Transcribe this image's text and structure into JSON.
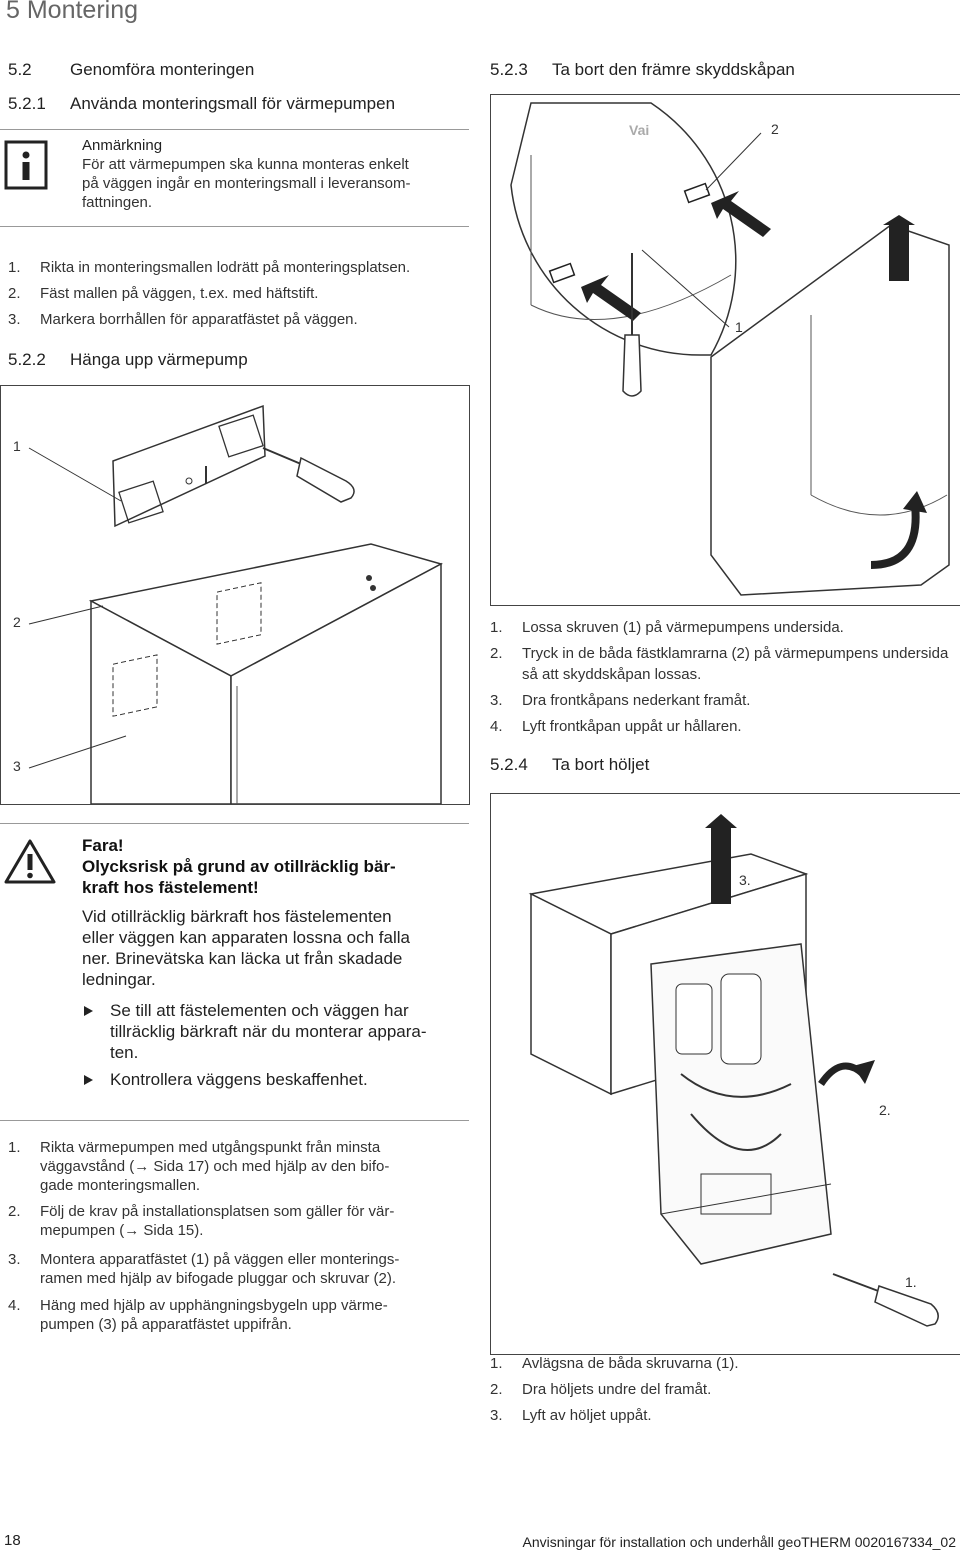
{
  "chapter": "5 Montering",
  "left": {
    "s52": {
      "num": "5.2",
      "title": "Genomföra monteringen"
    },
    "s521": {
      "num": "5.2.1",
      "title": "Använda monteringsmall för värmepumpen"
    },
    "note": {
      "icon": "info-icon",
      "title": "Anmärkning",
      "lines": [
        "För att värmepumpen ska kunna monteras enkelt",
        "på väggen ingår en monteringsmall i leveransom-",
        "fattningen."
      ]
    },
    "steps_521": [
      {
        "n": "1.",
        "text": "Rikta in monteringsmallen lodrätt på monteringsplatsen."
      },
      {
        "n": "2.",
        "text": "Fäst mallen på väggen, t.ex. med häftstift."
      },
      {
        "n": "3.",
        "text": "Markera borrhållen för apparatfästet på väggen."
      }
    ],
    "s522": {
      "num": "5.2.2",
      "title": "Hänga upp värmepump"
    },
    "fig1_labels": [
      "1",
      "2",
      "3"
    ],
    "warning": {
      "icon": "warning-triangle-icon",
      "title": "Fara!",
      "subtitle_lines": [
        "Olycksrisk på grund av otillräcklig bär-",
        "kraft hos fästelement!"
      ],
      "text_lines": [
        "Vid otillräcklig bärkraft hos fästelementen",
        "eller väggen kan apparaten lossna och falla",
        "ner. Brinevätska kan läcka ut från skadade",
        "ledningar."
      ],
      "bullets": [
        {
          "lines": [
            "Se till att fästelementen och väggen har",
            "tillräcklig bärkraft när du monterar appara-",
            "ten."
          ]
        },
        {
          "lines": [
            "Kontrollera väggens beskaffenhet."
          ]
        }
      ]
    },
    "steps_522": [
      {
        "n": "1.",
        "lines": [
          "Rikta värmepumpen med utgångspunkt från minsta",
          "väggavstånd (→ Sida 17) och med hjälp av den bifo-",
          "gade monteringsmallen."
        ]
      },
      {
        "n": "2.",
        "lines": [
          "Följ de krav på installationsplatsen som gäller för vär-",
          "mepumpen (→ Sida 15)."
        ]
      },
      {
        "n": "3.",
        "lines": [
          "Montera apparatfästet (1) på väggen eller monterings-",
          "ramen med hjälp av bifogade pluggar och skruvar (2)."
        ]
      },
      {
        "n": "4.",
        "lines": [
          "Häng med hjälp av upphängningsbygeln upp värme-",
          "pumpen (3) på apparatfästet uppifrån."
        ]
      }
    ]
  },
  "right": {
    "s523": {
      "num": "5.2.3",
      "title": "Ta bort den främre skyddskåpan"
    },
    "fig2_labels": [
      "2",
      "1"
    ],
    "steps_523": [
      {
        "n": "1.",
        "text": "Lossa skruven (1) på värmepumpens undersida."
      },
      {
        "n": "2.",
        "text": "Tryck in de båda fästklamrarna (2) på värmepumpens undersida så att skyddskåpan lossas."
      },
      {
        "n": "3.",
        "text": "Dra frontkåpans nederkant framåt."
      },
      {
        "n": "4.",
        "text": "Lyft frontkåpan uppåt ur hållaren."
      }
    ],
    "s524": {
      "num": "5.2.4",
      "title": "Ta bort höljet"
    },
    "fig3_labels": [
      "3.",
      "2.",
      "1."
    ],
    "steps_524": [
      {
        "n": "1.",
        "text": "Avlägsna de båda skruvarna (1)."
      },
      {
        "n": "2.",
        "text": "Dra höljets undre del framåt."
      },
      {
        "n": "3.",
        "text": "Lyft av höljet uppåt."
      }
    ]
  },
  "footer": {
    "page": "18",
    "doc": "Anvisningar för installation och underhåll geoTHERM 0020167334_02"
  }
}
